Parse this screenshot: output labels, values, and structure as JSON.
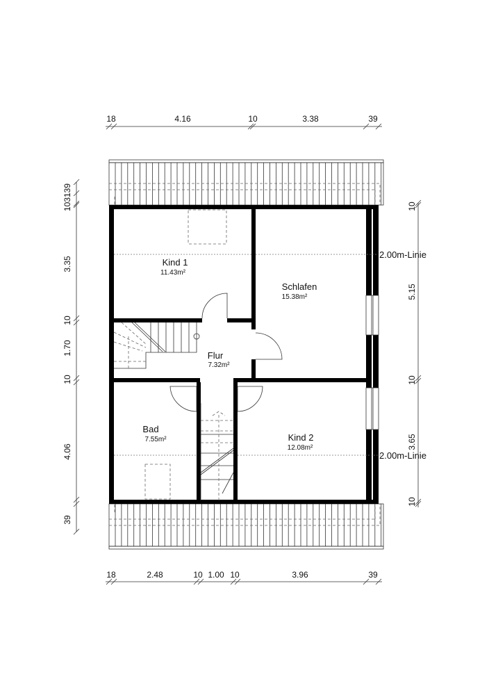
{
  "dimensions": {
    "top": [
      "18",
      "4.16",
      "10",
      "3.38",
      "39"
    ],
    "bottom": [
      "18",
      "2.48",
      "10",
      "1.00",
      "10",
      "3.96",
      "39"
    ],
    "left": [
      "103139",
      "3.35",
      "10",
      "1.70",
      "10",
      "4.06",
      "39"
    ],
    "right": [
      "10",
      "5.15",
      "10",
      "3.65",
      "10"
    ]
  },
  "height_line_label": "2.00m-Linie",
  "rooms": [
    {
      "name": "Kind 1",
      "area": "11.43m²"
    },
    {
      "name": "Schlafen",
      "area": "15.38m²"
    },
    {
      "name": "Flur",
      "area": "7.32m²"
    },
    {
      "name": "Bad",
      "area": "7.55m²"
    },
    {
      "name": "Kind 2",
      "area": "12.08m²"
    }
  ]
}
